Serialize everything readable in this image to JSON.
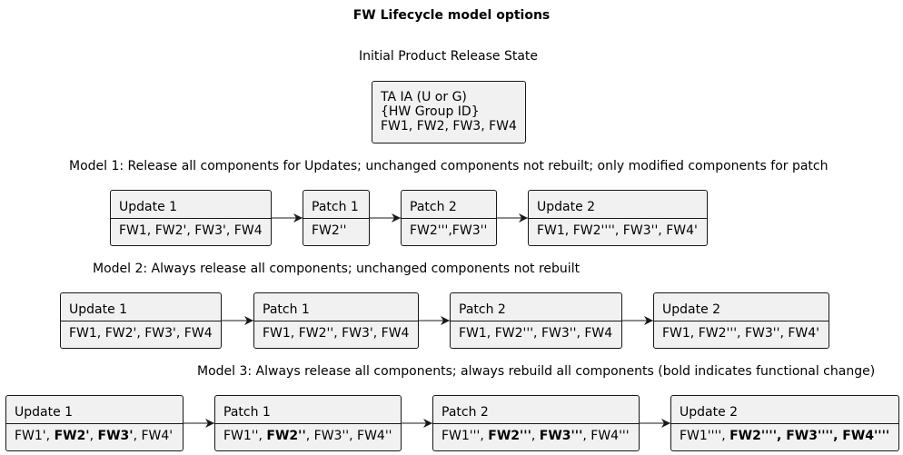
{
  "title": "FW Lifecycle model options",
  "initial": {
    "caption": "Initial Product Release State",
    "lines": [
      "TA IA (U or G)",
      "{HW Group ID}",
      "FW1, FW2, FW3, FW4"
    ]
  },
  "models": [
    {
      "caption": "Model 1: Release all components for Updates; unchanged components not rebuilt; only modified components for patch",
      "nodes": [
        {
          "head": "Update 1",
          "body": [
            {
              "t": "FW1, FW2', FW3', FW4"
            }
          ]
        },
        {
          "head": "Patch 1",
          "body": [
            {
              "t": "FW2''"
            }
          ]
        },
        {
          "head": "Patch 2",
          "body": [
            {
              "t": "FW2''',FW3''"
            }
          ]
        },
        {
          "head": "Update 2",
          "body": [
            {
              "t": "FW1, FW2'''', FW3'', FW4'"
            }
          ]
        }
      ]
    },
    {
      "caption": "Model 2: Always release all components; unchanged components not rebuilt",
      "nodes": [
        {
          "head": "Update 1",
          "body": [
            {
              "t": "FW1, FW2', FW3', FW4"
            }
          ]
        },
        {
          "head": "Patch 1",
          "body": [
            {
              "t": "FW1, FW2'', FW3', FW4"
            }
          ]
        },
        {
          "head": "Patch 2",
          "body": [
            {
              "t": "FW1, FW2''', FW3'', FW4"
            }
          ]
        },
        {
          "head": "Update 2",
          "body": [
            {
              "t": "FW1, FW2''', FW3'', FW4'"
            }
          ]
        }
      ]
    },
    {
      "caption": "Model 3: Always release all components; always rebuild all components (bold indicates functional change)",
      "nodes": [
        {
          "head": "Update 1",
          "body": [
            {
              "t": "FW1', "
            },
            {
              "t": "FW2'",
              "b": true
            },
            {
              "t": ", "
            },
            {
              "t": "FW3'",
              "b": true
            },
            {
              "t": ", FW4'"
            }
          ]
        },
        {
          "head": "Patch 1",
          "body": [
            {
              "t": "FW1'', "
            },
            {
              "t": "FW2''",
              "b": true
            },
            {
              "t": ", FW3'', FW4''"
            }
          ]
        },
        {
          "head": "Patch 2",
          "body": [
            {
              "t": "FW1''', "
            },
            {
              "t": "FW2'''",
              "b": true
            },
            {
              "t": ", "
            },
            {
              "t": "FW3'''",
              "b": true
            },
            {
              "t": ", FW4'''"
            }
          ]
        },
        {
          "head": "Update 2",
          "body": [
            {
              "t": "FW1'''', "
            },
            {
              "t": "FW2'''', FW3'''', FW4''''",
              "b": true
            }
          ]
        }
      ]
    }
  ]
}
